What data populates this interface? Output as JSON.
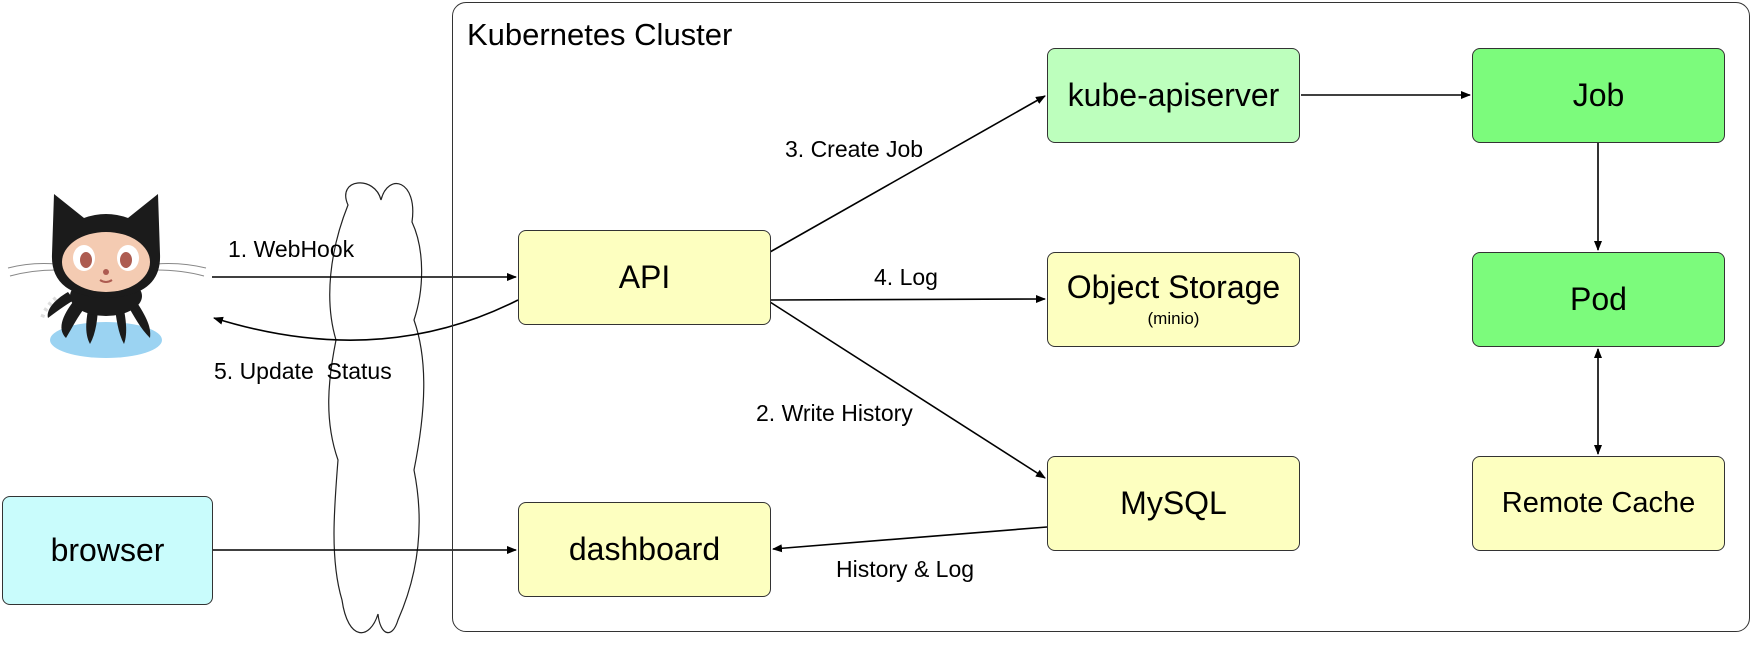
{
  "cluster": {
    "title": "Kubernetes Cluster"
  },
  "colors": {
    "yellow": "#fdffc0",
    "light_green": "#bdffbd",
    "green": "#7cfb7c",
    "cyan": "#c9fcfc",
    "octocat_water": "#9bd3f2"
  },
  "nodes": {
    "api": {
      "label": "API"
    },
    "dashboard": {
      "label": "dashboard"
    },
    "kube_apiserver": {
      "label": "kube-apiserver"
    },
    "object_storage": {
      "label": "Object Storage",
      "sublabel": "(minio)"
    },
    "mysql": {
      "label": "MySQL"
    },
    "job": {
      "label": "Job"
    },
    "pod": {
      "label": "Pod"
    },
    "remote_cache": {
      "label": "Remote Cache"
    },
    "browser": {
      "label": "browser"
    }
  },
  "edges": {
    "webhook": "1. WebHook",
    "update_status": "5. Update  Status",
    "create_job": "3. Create Job",
    "log": "4. Log",
    "write_history": "2. Write History",
    "history_log": "History & Log"
  },
  "icons": {
    "github": "github-octocat-icon",
    "network": "cloud-icon"
  }
}
